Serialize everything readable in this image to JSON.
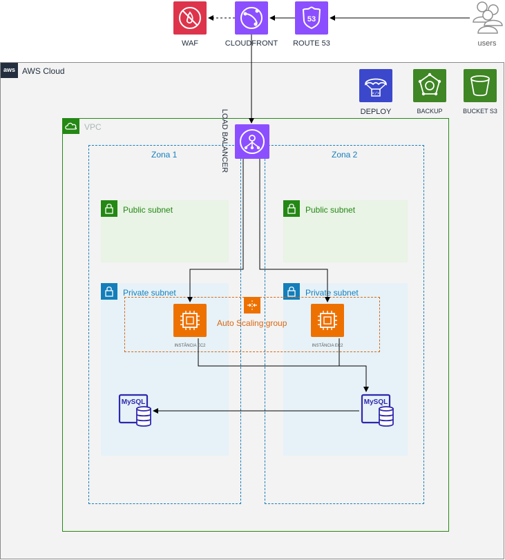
{
  "top": {
    "waf_label": "WAF",
    "cloudfront_label": "CLOUDFRONT",
    "route53_label": "ROUTE 53",
    "route53_badge": "53",
    "users_label": "users"
  },
  "cloud": {
    "label": "AWS Cloud",
    "logo_text": "aws"
  },
  "services": {
    "deploy_label": "DEPLOY",
    "backup_label": "BACKUP",
    "bucket_label": "BUCKET S3"
  },
  "vpc": {
    "label": "VPC"
  },
  "load_balancer": {
    "label": "LOAD BALANCER"
  },
  "zones": [
    {
      "label": "Zona 1"
    },
    {
      "label": "Zona 2"
    }
  ],
  "subnets": {
    "public_label": "Public subnet",
    "private_label": "Private subnet"
  },
  "asg": {
    "label": "Auto Scaling group"
  },
  "ec2": {
    "label": "INSTÂNCIA EC2"
  },
  "mysql": {
    "label": "MySQL"
  },
  "colors": {
    "waf": "#dd344c",
    "networking": "#8c4fff",
    "compute": "#ed7100",
    "devtools": "#3b48cc",
    "storage": "#3f8624",
    "database": "#2e27ad",
    "vpc_border": "#248814",
    "zone_border": "#147eba"
  }
}
